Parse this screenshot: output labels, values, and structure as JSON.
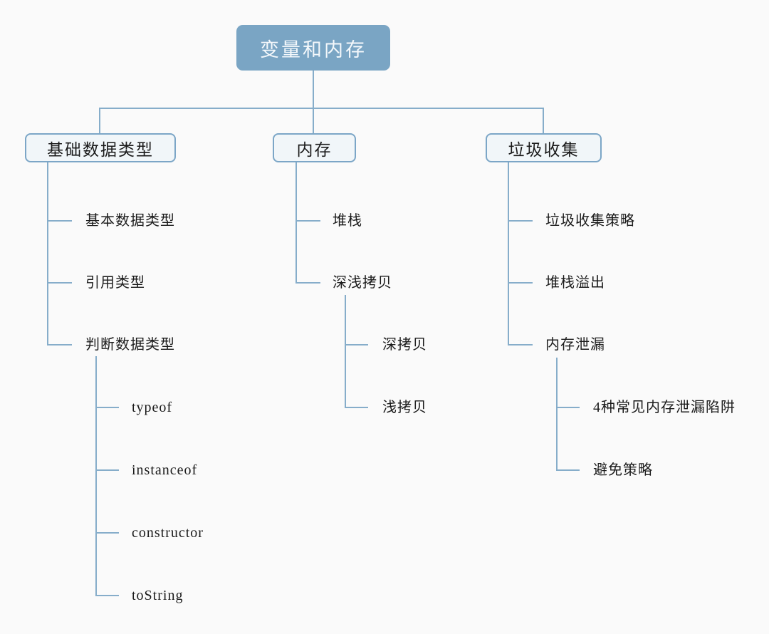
{
  "theme": {
    "background": "#fafafa",
    "connector_color": "#86adca",
    "root_fill": "#7aa5c4",
    "root_text_color": "#f4f8fb",
    "branch_fill": "#f1f6f9",
    "branch_border": "#7ca6c7",
    "text_color": "#1b1b1b"
  },
  "mindmap": {
    "root": {
      "label": "变量和内存"
    },
    "branches": [
      {
        "label": "基础数据类型",
        "children": [
          {
            "label": "基本数据类型"
          },
          {
            "label": "引用类型"
          },
          {
            "label": "判断数据类型",
            "children": [
              {
                "label": "typeof"
              },
              {
                "label": "instanceof"
              },
              {
                "label": "constructor"
              },
              {
                "label": "toString"
              }
            ]
          }
        ]
      },
      {
        "label": "内存",
        "children": [
          {
            "label": "堆栈"
          },
          {
            "label": "深浅拷贝",
            "children": [
              {
                "label": "深拷贝"
              },
              {
                "label": "浅拷贝"
              }
            ]
          }
        ]
      },
      {
        "label": "垃圾收集",
        "children": [
          {
            "label": "垃圾收集策略"
          },
          {
            "label": "堆栈溢出"
          },
          {
            "label": "内存泄漏",
            "children": [
              {
                "label": "4种常见内存泄漏陷阱"
              },
              {
                "label": "避免策略"
              }
            ]
          }
        ]
      }
    ]
  }
}
